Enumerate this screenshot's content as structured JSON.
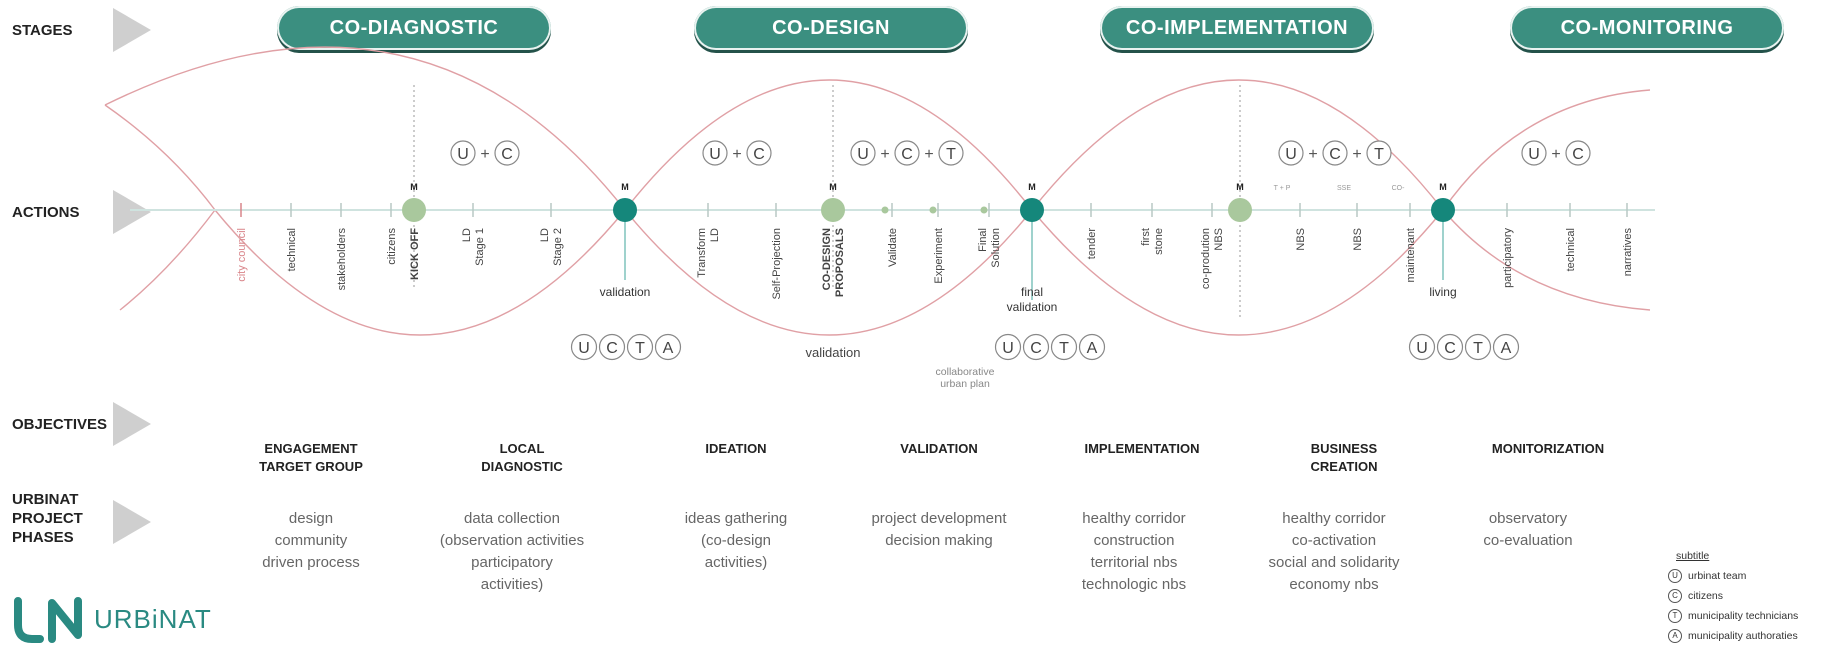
{
  "rows": {
    "stages": "STAGES",
    "actions": "ACTIONS",
    "objectives": "OBJECTIVES",
    "phases": "URBINAT\nPROJECT\nPHASES"
  },
  "stages": [
    "CO-DIAGNOSTIC",
    "CO-DESIGN",
    "CO-IMPLEMENTATION",
    "CO-MONITORING"
  ],
  "milestone_marker": "M",
  "actions": [
    {
      "label": "city council",
      "color": "#d9858a"
    },
    {
      "label": "technical"
    },
    {
      "label": "stakeholders"
    },
    {
      "label": "citizens"
    },
    {
      "label": "KICK OFF",
      "bold": true
    },
    {
      "label": "LD\nStage 1"
    },
    {
      "label": "LD\nStage 2"
    },
    {
      "label": "Transform\nLD"
    },
    {
      "label": "Self-Projection"
    },
    {
      "label": "CO-DESIGN\nPROPOSALS",
      "bold": true
    },
    {
      "label": "Validate"
    },
    {
      "label": "Experiment"
    },
    {
      "label": "Final\nSolution"
    },
    {
      "label": "tender"
    },
    {
      "label": "first\nstone"
    },
    {
      "label": "co-prodution\nNBS"
    },
    {
      "label": "NBS"
    },
    {
      "label": "NBS"
    },
    {
      "label": "maintenant"
    },
    {
      "label": "participatory"
    },
    {
      "label": "technical"
    },
    {
      "label": "narratives"
    }
  ],
  "tiny_labels": [
    "T + P",
    "SSE",
    "CO-"
  ],
  "milestone_labels": [
    "validation",
    "final\nvalidation",
    "living"
  ],
  "mid_labels": {
    "validation": "validation",
    "collaborative": "collaborative\nurban plan"
  },
  "actor_groups": [
    [
      "U",
      "+",
      "C"
    ],
    [
      "U",
      "+",
      "C"
    ],
    [
      "U",
      "+",
      "C",
      "+",
      "T"
    ],
    [
      "U",
      "+",
      "C",
      "+",
      "T"
    ],
    [
      "U",
      "+",
      "C"
    ]
  ],
  "actor_all": [
    "U",
    "C",
    "T",
    "A"
  ],
  "objectives": [
    "ENGAGEMENT\nTARGET GROUP",
    "LOCAL\nDIAGNOSTIC",
    "IDEATION",
    "VALIDATION",
    "IMPLEMENTATION",
    "BUSINESS\nCREATION",
    "MONITORIZATION"
  ],
  "phases": [
    "design\ncommunity\ndriven process",
    "data collection\n(observation activities\nparticipatory\nactivities)",
    "ideas gathering\n(co-design\nactivities)",
    "project development\ndecision making",
    "healthy corridor\nconstruction\nterritorial nbs\ntechnologic nbs",
    "healthy corridor\nco-activation\nsocial and solidarity\neconomy nbs",
    "observatory\nco-evaluation"
  ],
  "logo": {
    "mark": "UN",
    "word": "URBiNAT"
  },
  "legend": {
    "title": "subtitle",
    "items": [
      {
        "icon": "U",
        "label": "urbinat team"
      },
      {
        "icon": "C",
        "label": "citizens"
      },
      {
        "icon": "T",
        "label": "municipality technicians"
      },
      {
        "icon": "A",
        "label": "municipality authoraties"
      }
    ]
  },
  "colors": {
    "teal": "#3b8f80",
    "teal_dark": "#15877b",
    "green_light": "#a9c89d",
    "line": "#cfe3df",
    "curve": "#e0a0a5",
    "objective_line": "#9fcf95"
  }
}
